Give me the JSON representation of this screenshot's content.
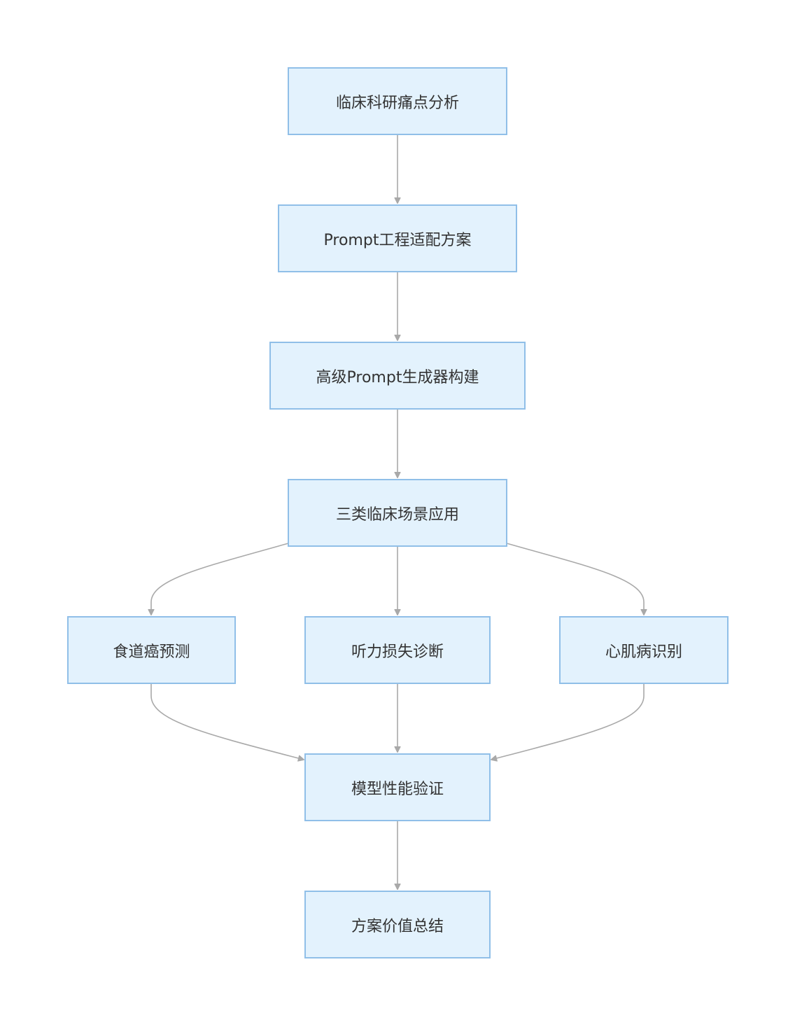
{
  "diagram": {
    "type": "flowchart",
    "nodes": [
      {
        "id": "pain-analysis",
        "label": "临床科研痛点分析"
      },
      {
        "id": "prompt-adaptation",
        "label": "Prompt工程适配方案"
      },
      {
        "id": "prompt-generator",
        "label": "高级Prompt生成器构建"
      },
      {
        "id": "clinical-scenarios",
        "label": "三类临床场景应用"
      },
      {
        "id": "esophageal-cancer",
        "label": "食道癌预测"
      },
      {
        "id": "hearing-loss",
        "label": "听力损失诊断"
      },
      {
        "id": "cardiomyopathy",
        "label": "心肌病识别"
      },
      {
        "id": "model-validation",
        "label": "模型性能验证"
      },
      {
        "id": "value-summary",
        "label": "方案价值总结"
      }
    ],
    "edges": [
      {
        "from": "pain-analysis",
        "to": "prompt-adaptation"
      },
      {
        "from": "prompt-adaptation",
        "to": "prompt-generator"
      },
      {
        "from": "prompt-generator",
        "to": "clinical-scenarios"
      },
      {
        "from": "clinical-scenarios",
        "to": "esophageal-cancer"
      },
      {
        "from": "clinical-scenarios",
        "to": "hearing-loss"
      },
      {
        "from": "clinical-scenarios",
        "to": "cardiomyopathy"
      },
      {
        "from": "esophageal-cancer",
        "to": "model-validation"
      },
      {
        "from": "hearing-loss",
        "to": "model-validation"
      },
      {
        "from": "cardiomyopathy",
        "to": "model-validation"
      },
      {
        "from": "model-validation",
        "to": "value-summary"
      }
    ],
    "colors": {
      "node_fill": "#e3f2fd",
      "node_border": "#90bfe8",
      "edge": "#a9a9a9",
      "text": "#333333"
    }
  }
}
